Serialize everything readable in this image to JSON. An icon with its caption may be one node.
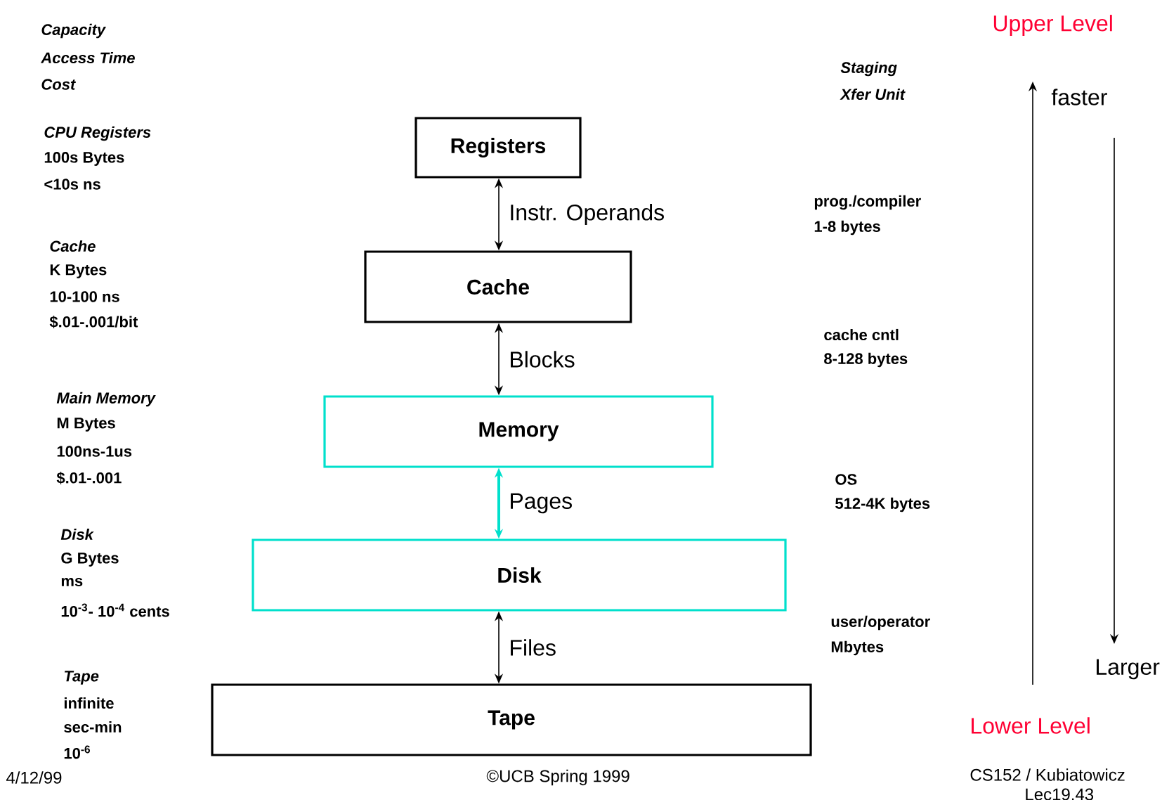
{
  "diagram": {
    "nodes": [
      {
        "text": [
          "Registers"
        ]
      },
      {
        "text": [
          "Cache"
        ]
      },
      {
        "text": [
          "Memory"
        ]
      },
      {
        "text": [
          "Disk"
        ]
      },
      {
        "text": [
          "Tape"
        ]
      }
    ],
    "edges": [
      {
        "from": 0,
        "to": 1,
        "arrow": "both",
        "label": "Instr. Operands"
      },
      {
        "from": 1,
        "to": 2,
        "arrow": "both",
        "label": "Blocks"
      },
      {
        "from": 2,
        "to": 3,
        "arrow": "both",
        "label": "Pages",
        "color": "#00e0cc"
      },
      {
        "from": 3,
        "to": 4,
        "arrow": "both",
        "label": "Files"
      }
    ],
    "labels": [
      "Capacity",
      "Access Time",
      "Cost",
      "CPU Registers",
      "100s Bytes",
      "<10s ns",
      "Cache",
      "K Bytes",
      "10-100 ns",
      "$.01-.001/bit",
      "Main Memory",
      "M Bytes",
      "100ns-1us",
      "$.01-.001",
      "Disk",
      "G Bytes",
      "ms",
      "10$^{-3}$- 10$^{-4}$ cents",
      "Tape",
      "infinite",
      "sec-min",
      "10$^{-6}$",
      "Staging",
      "Xfer Unit",
      "prog./compiler",
      "1-8 bytes",
      "cache cntl",
      "8-128 bytes",
      "OS",
      "512-4K bytes",
      "user/operator",
      "Mbytes",
      "Upper Level",
      "faster",
      "Larger",
      "Lower Level",
      "4/12/99",
      "©UCB Spring 1999",
      "CS152 / Kubiatowicz",
      "Lec19.43"
    ]
  }
}
